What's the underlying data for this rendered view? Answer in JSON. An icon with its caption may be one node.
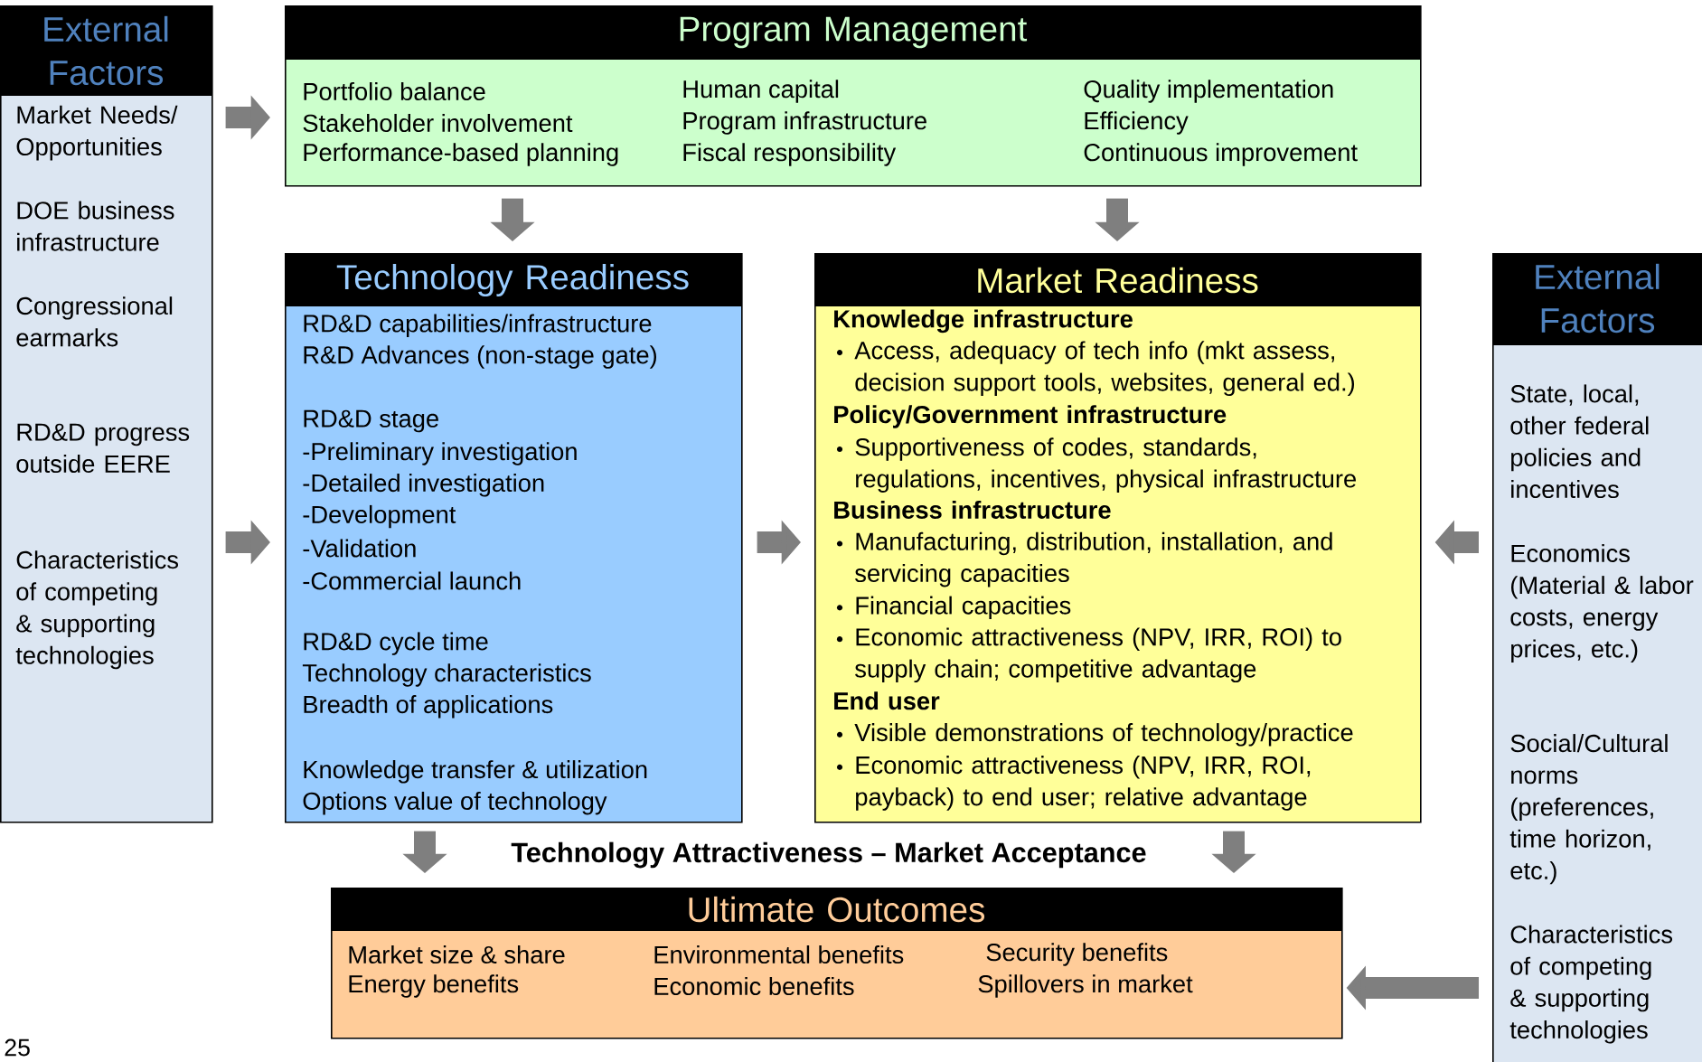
{
  "diagram": {
    "nodes": [
      {
        "text": [
          "External Factors",
          "Market Needs/ Opportunities",
          "DOE business infrastructure",
          "Congressional earmarks",
          "RD&D progress outside EERE",
          "Characteristics of competing & supporting technologies"
        ]
      },
      {
        "text": [
          "Program Management",
          "Portfolio balance",
          "Stakeholder involvement",
          "Performance-based planning",
          "Human capital",
          "Program infrastructure",
          "Fiscal responsibility",
          "Quality implementation",
          "Efficiency",
          "Continuous improvement"
        ]
      },
      {
        "text": [
          "Technology Readiness",
          "RD&D capabilities/infrastructure",
          "R&D Advances (non-stage gate)",
          "RD&D stage",
          "-Preliminary investigation",
          "-Detailed investigation",
          "-Development",
          "-Validation",
          "-Commercial launch",
          "RD&D cycle time",
          "Technology characteristics",
          "Breadth of applications",
          "Knowledge transfer & utilization",
          "Options value of technology"
        ]
      },
      {
        "text": [
          "Market Readiness",
          "Knowledge infrastructure",
          "Access, adequacy of tech info (mkt assess, decision support tools, websites, general ed.)",
          "Policy/Government infrastructure",
          "Supportiveness of codes, standards, regulations, incentives, physical infrastructure",
          "Business infrastructure",
          "Manufacturing, distribution, installation, and servicing capacities",
          "Financial capacities",
          "Economic attractiveness (NPV, IRR, ROI) to supply chain; competitive advantage",
          "End user",
          "Visible demonstrations of technology/practice",
          "Economic attractiveness (NPV, IRR, ROI, payback) to end user; relative advantage"
        ]
      },
      {
        "text": [
          "External Factors",
          "State, local, other federal policies and incentives",
          "Economics (Material & labor costs, energy prices, etc.)",
          "Social/Cultural norms (preferences, time horizon, etc.)",
          "Characteristics of competing & supporting technologies"
        ]
      },
      {
        "text": [
          "Ultimate Outcomes",
          "Market size & share",
          "Energy benefits",
          "Environmental benefits",
          "Economic benefits",
          "Security benefits",
          "Spillovers in market"
        ]
      }
    ],
    "edges": [
      {
        "from": 0,
        "to": 1,
        "arrow": "to"
      },
      {
        "from": 0,
        "to": 2,
        "arrow": "to"
      },
      {
        "from": 1,
        "to": 2,
        "arrow": "to"
      },
      {
        "from": 1,
        "to": 3,
        "arrow": "to"
      },
      {
        "from": 2,
        "to": 3,
        "arrow": "to"
      },
      {
        "from": 4,
        "to": 3,
        "arrow": "to"
      },
      {
        "from": 2,
        "to": 5,
        "arrow": "to"
      },
      {
        "from": 3,
        "to": 5,
        "arrow": "to"
      },
      {
        "from": 4,
        "to": 5,
        "arrow": "to"
      }
    ],
    "labels": [
      "Technology Attractiveness – Market Acceptance",
      "25"
    ]
  }
}
